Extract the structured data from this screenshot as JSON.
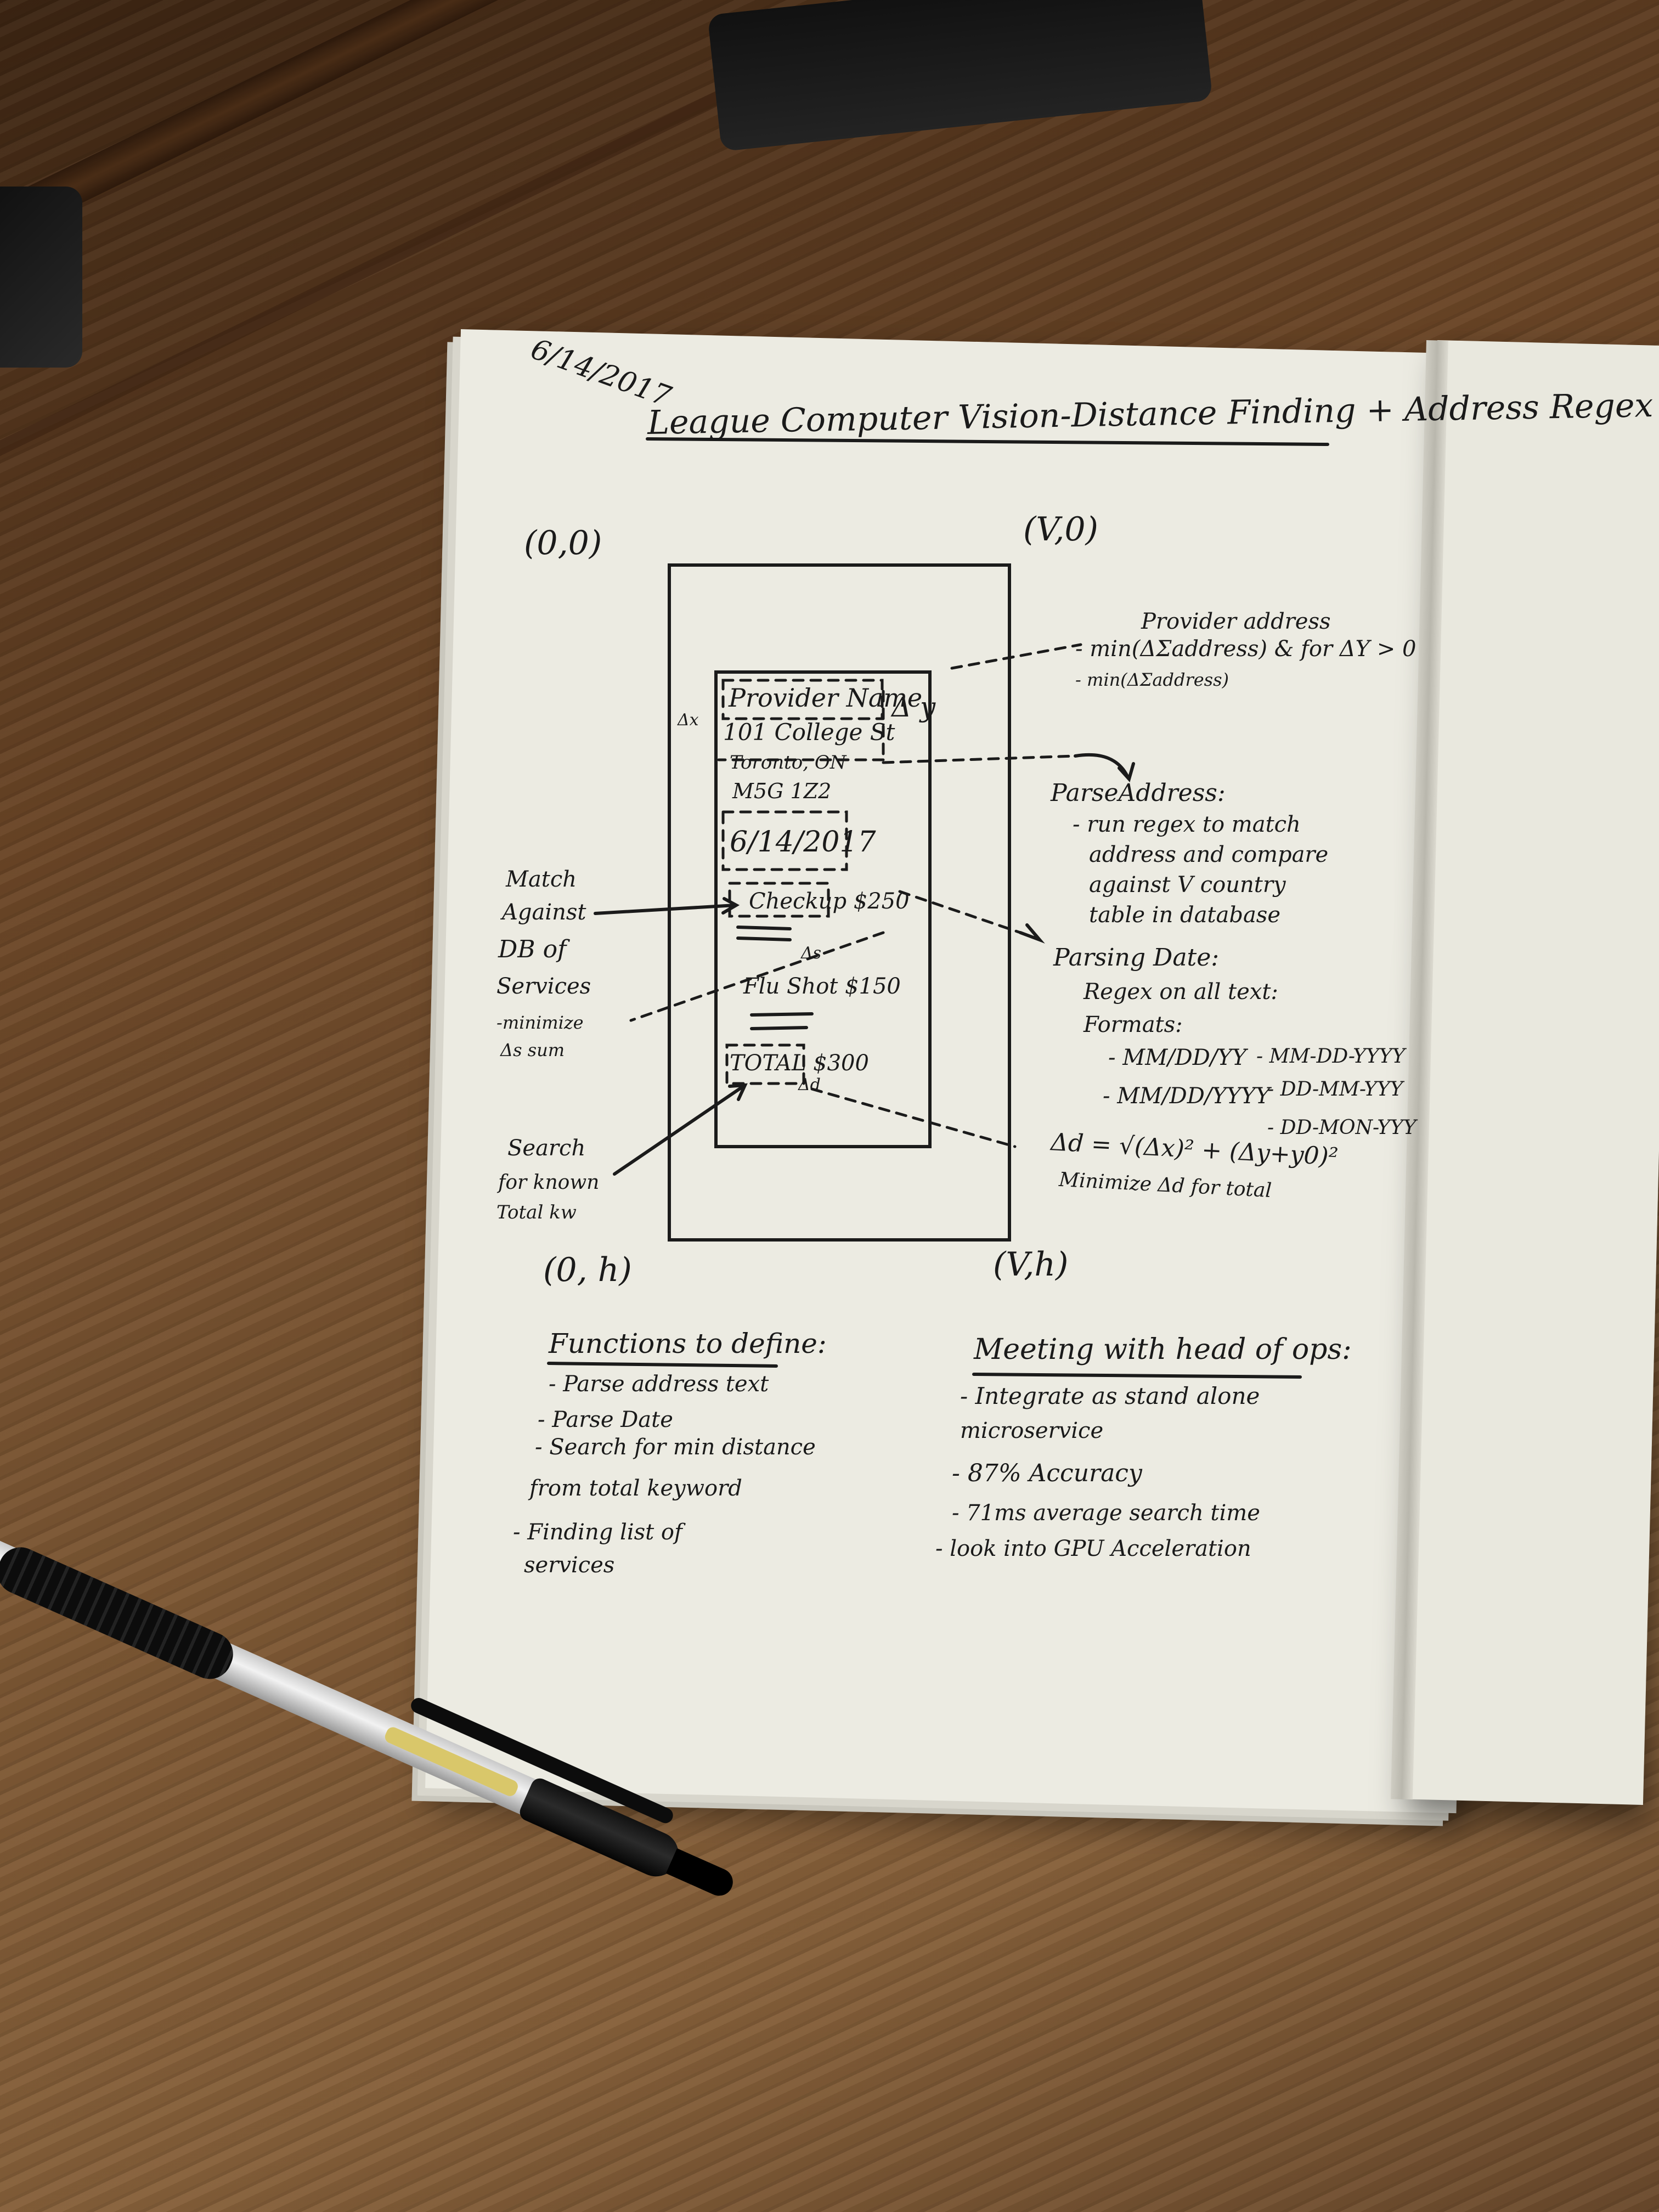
{
  "page": {
    "date": "6/14/2017",
    "title": "League Computer Vision-Distance Finding + Address Regex"
  },
  "diagram": {
    "corner_top_left": "(0,0)",
    "corner_top_right": "(V,0)",
    "corner_bottom_left": "(0, h)",
    "corner_bottom_right": "(V,h)",
    "receipt_lines": [
      "Provider Name",
      "101 College St",
      "Toronto, ON",
      "M5G 1Z2",
      "6/14/2017",
      "Checkup $250",
      "Flu Shot $150",
      "TOTAL $300"
    ],
    "delta_x_label": "Δx",
    "delta_y_label": "Δ y",
    "delta_d_label": "Δd",
    "delta_s_label": "Δs"
  },
  "annotations": {
    "provider_address": [
      "Provider address",
      "- min(ΔΣaddress) & for ΔY > 0",
      "- min(ΔΣaddress)"
    ],
    "parse_address": [
      "ParseAddress:",
      "- run regex to match",
      "address and compare",
      "against V country",
      "table in database"
    ],
    "parsing_date": [
      "Parsing Date:",
      "Regex on all text:",
      "Formats:",
      "- MM/DD/YY",
      "- MM-DD-YYYY",
      "- MM/DD/YYYY",
      "- DD-MM-YYY",
      "- DD-MON-YYY"
    ],
    "delta_formula": [
      "Δd = √(Δx)² + (Δy+y0)²",
      "Minimize Δd for total"
    ],
    "match_services": [
      "Match",
      "Against",
      "DB of",
      "Services",
      "-minimize",
      "Δs sum"
    ],
    "search_total": [
      "Search",
      "for known",
      "Total kw"
    ]
  },
  "functions": {
    "heading": "Functions to define:",
    "items": [
      "- Parse address text",
      "- Parse Date",
      "- Search for min distance",
      "from total keyword",
      "- Finding list of",
      "services"
    ]
  },
  "meeting": {
    "heading": "Meeting with head of ops:",
    "items": [
      "- Integrate as stand alone",
      "microservice",
      "- 87% Accuracy",
      "- 71ms average search time",
      "- look into GPU Acceleration"
    ]
  }
}
